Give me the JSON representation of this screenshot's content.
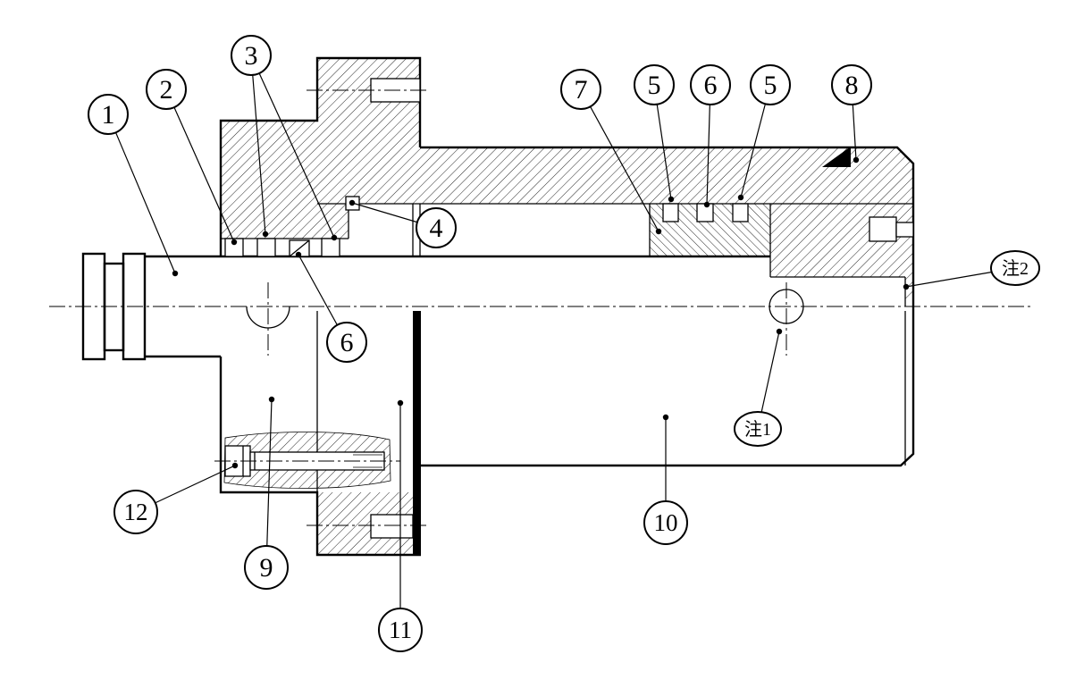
{
  "drawing": {
    "colors": {
      "line": "#000000",
      "background": "#ffffff"
    },
    "callouts": {
      "c1": "1",
      "c2": "2",
      "c3": "3",
      "c4": "4",
      "c5a": "5",
      "c5b": "5",
      "c6a": "6",
      "c6b": "6",
      "c7": "7",
      "c8": "8",
      "c9": "9",
      "c10": "10",
      "c11": "11",
      "c12": "12"
    },
    "notes": {
      "note1": "注1",
      "note2": "注2"
    }
  }
}
